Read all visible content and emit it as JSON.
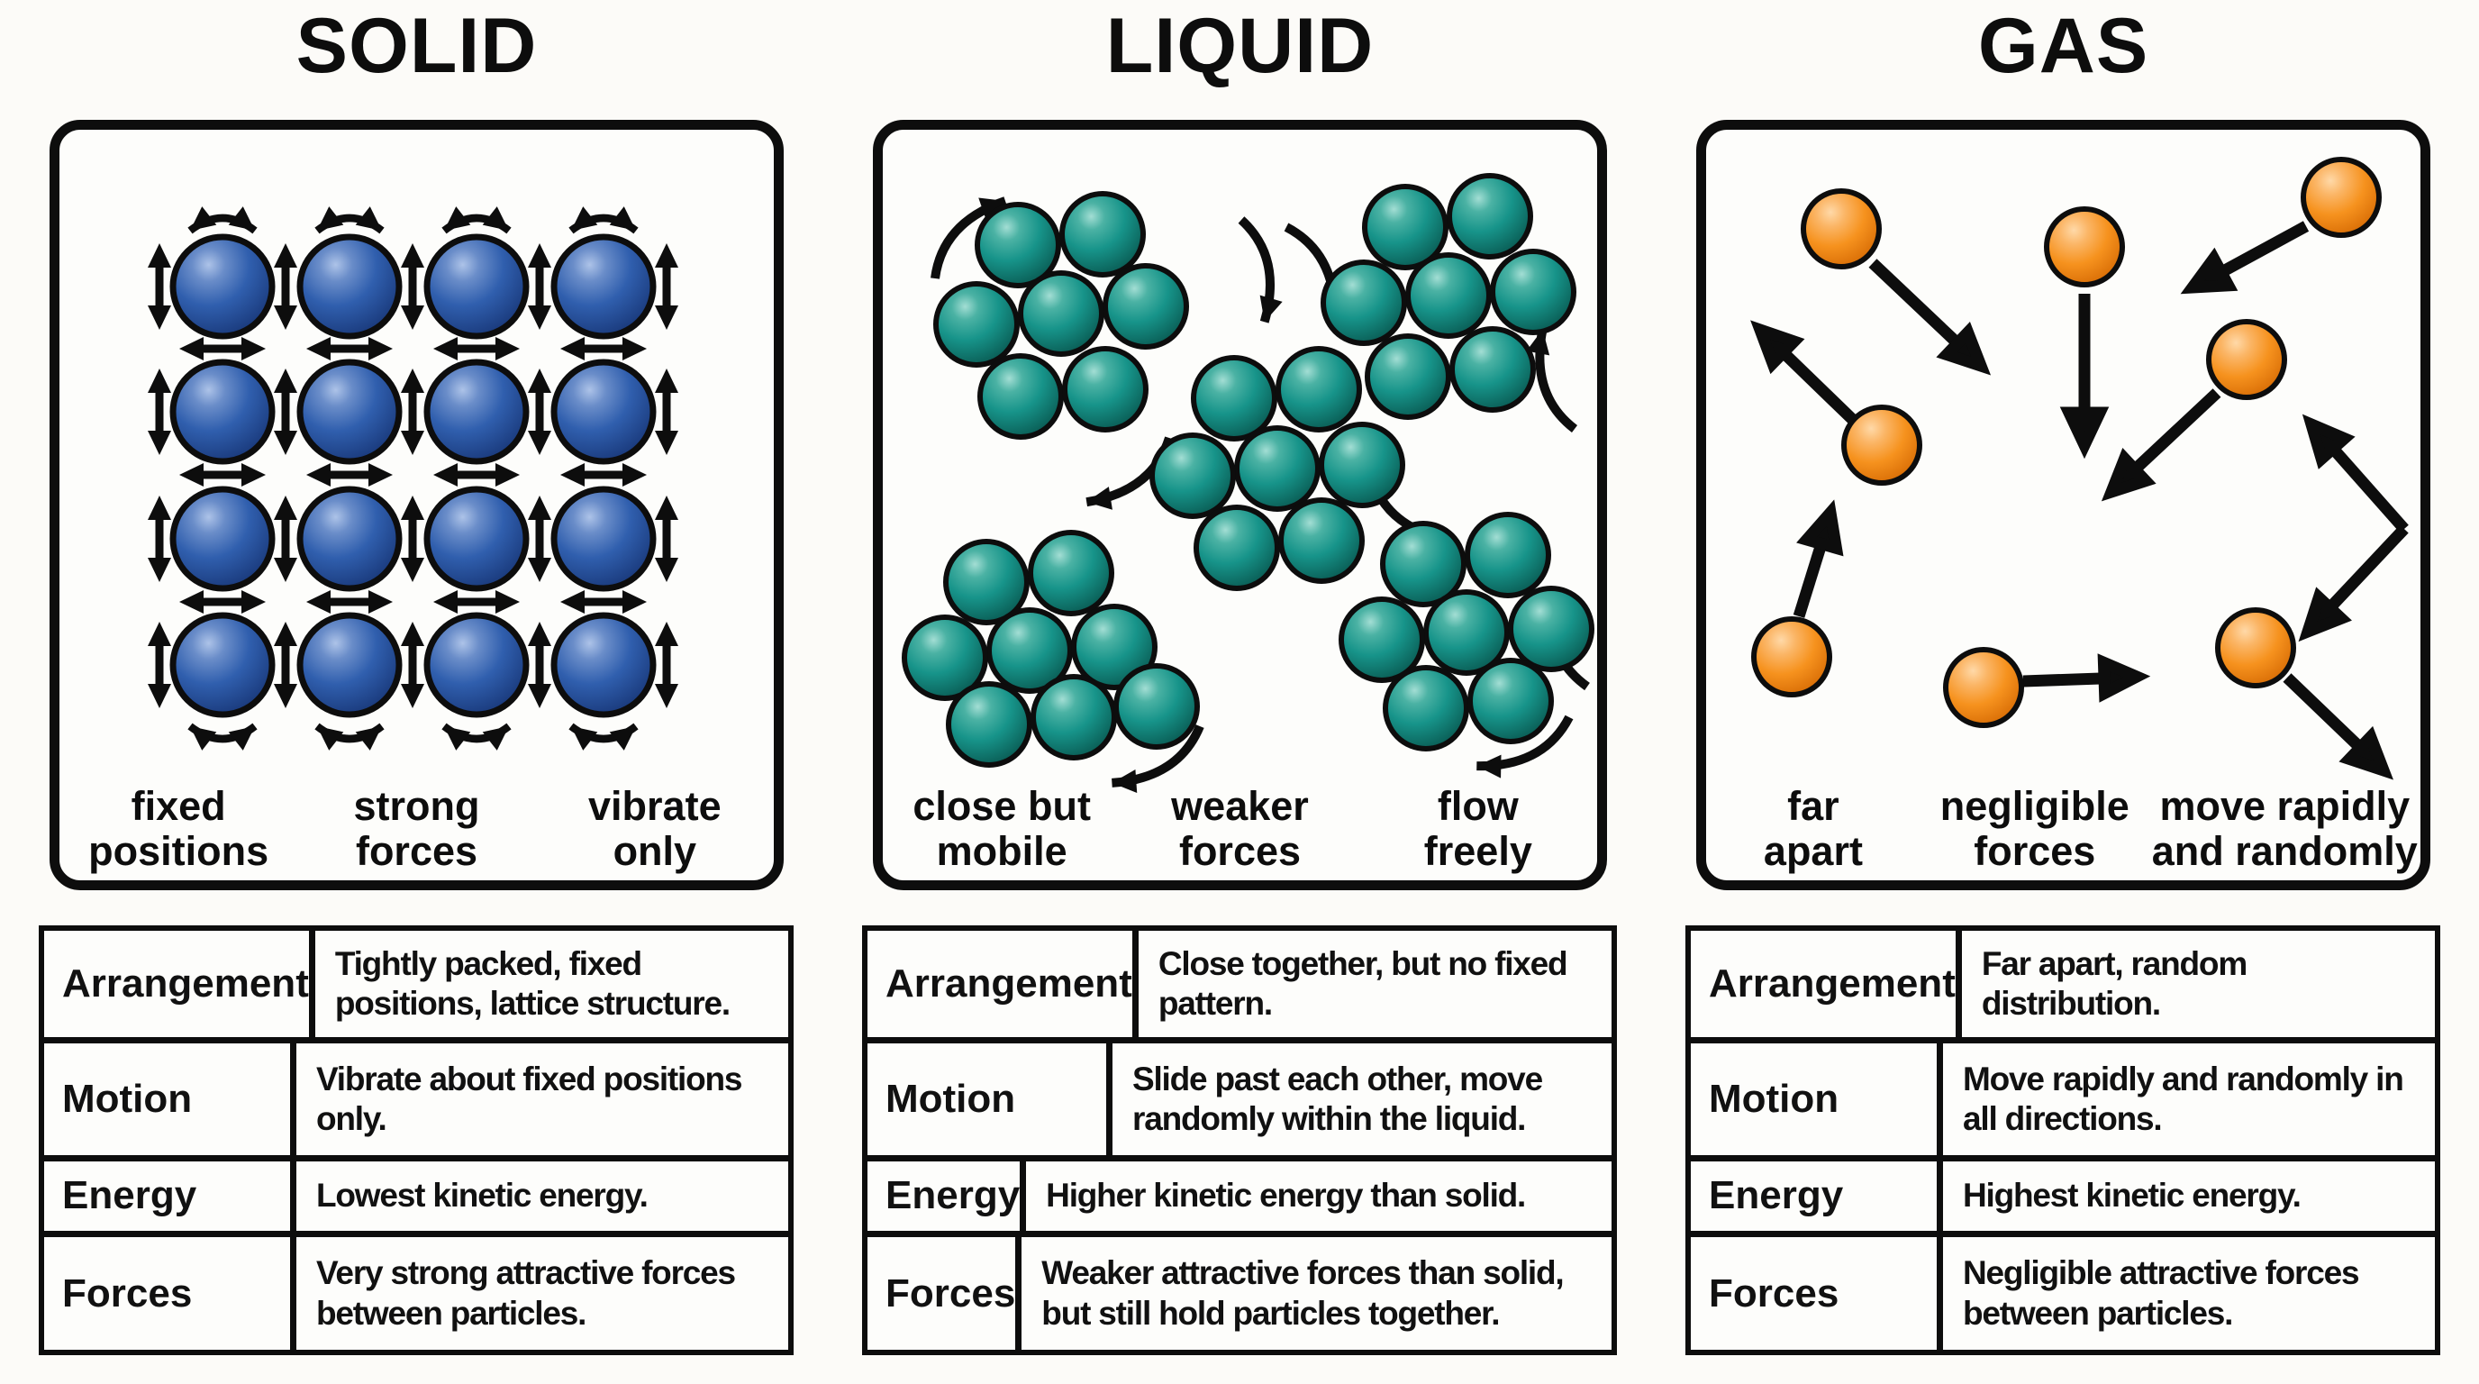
{
  "poster": {
    "background_color": "#fcfbf8",
    "outline_color": "#0d0d0d",
    "states": [
      {
        "title": "SOLID",
        "particle_color": "#305fae",
        "particle_icon": "blue-sphere-lattice",
        "captions": [
          {
            "line1": "fixed",
            "line2": "positions"
          },
          {
            "line1": "strong",
            "line2": "forces"
          },
          {
            "line1": "vibrate",
            "line2": "only"
          }
        ],
        "table": {
          "rows": [
            {
              "label": "Arrangement",
              "value": "Tightly packed, fixed positions, lattice structure."
            },
            {
              "label": "Motion",
              "value": "Vibrate about fixed positions only."
            },
            {
              "label": "Energy",
              "value": "Lowest kinetic energy."
            },
            {
              "label": "Forces",
              "value": "Very strong attractive forces between particles."
            }
          ]
        }
      },
      {
        "title": "LIQUID",
        "particle_color": "#17948a",
        "particle_icon": "teal-sphere-clusters",
        "captions": [
          {
            "line1": "close but",
            "line2": "mobile"
          },
          {
            "line1": "weaker",
            "line2": "forces"
          },
          {
            "line1": "flow",
            "line2": "freely"
          }
        ],
        "table": {
          "rows": [
            {
              "label": "Arrangement",
              "value": "Close together, but no fixed pattern."
            },
            {
              "label": "Motion",
              "value": "Slide past each other, move randomly within the liquid."
            },
            {
              "label": "Energy",
              "value": "Higher kinetic energy than solid."
            },
            {
              "label": "Forces",
              "value": "Weaker attractive forces than solid, but still hold particles together."
            }
          ]
        }
      },
      {
        "title": "GAS",
        "particle_color": "#f6921e",
        "particle_icon": "orange-spheres-scattered",
        "captions": [
          {
            "line1": "far",
            "line2": "apart"
          },
          {
            "line1": "negligible",
            "line2": "forces"
          },
          {
            "line1": "move rapidly",
            "line2": "and randomly"
          }
        ],
        "table": {
          "rows": [
            {
              "label": "Arrangement",
              "value": "Far apart, random distribution."
            },
            {
              "label": "Motion",
              "value": "Move rapidly and randomly in all directions."
            },
            {
              "label": "Energy",
              "value": "Highest kinetic energy."
            },
            {
              "label": "Forces",
              "value": "Negligible attractive forces between particles."
            }
          ]
        }
      }
    ]
  }
}
